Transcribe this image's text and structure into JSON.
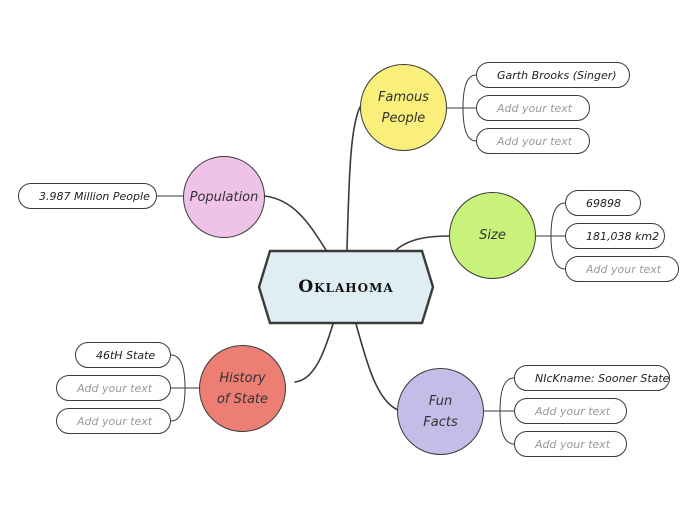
{
  "root": {
    "label": "Oklahoma",
    "fill": "#deeef3"
  },
  "branches": {
    "famous_people": {
      "label": "Famous\nPeople",
      "color": "#f9ef7a",
      "items": [
        "Garth Brooks (Singer)",
        "Add your text",
        "Add your text"
      ]
    },
    "size": {
      "label": "Size",
      "color": "#c8f27a",
      "items": [
        "69898",
        "181,038 km2",
        "Add your text"
      ]
    },
    "population": {
      "label": "Population",
      "color": "#efc2e7",
      "items": [
        "3.987 Million People"
      ]
    },
    "history": {
      "label": "History\nof State",
      "color": "#ec7e73",
      "items": [
        "46tH State",
        "Add your text",
        "Add your text"
      ]
    },
    "fun_facts": {
      "label": "Fun\nFacts",
      "color": "#c4bde8",
      "items": [
        "NIcKname: Sooner State",
        "Add your text",
        "Add your text"
      ]
    }
  }
}
